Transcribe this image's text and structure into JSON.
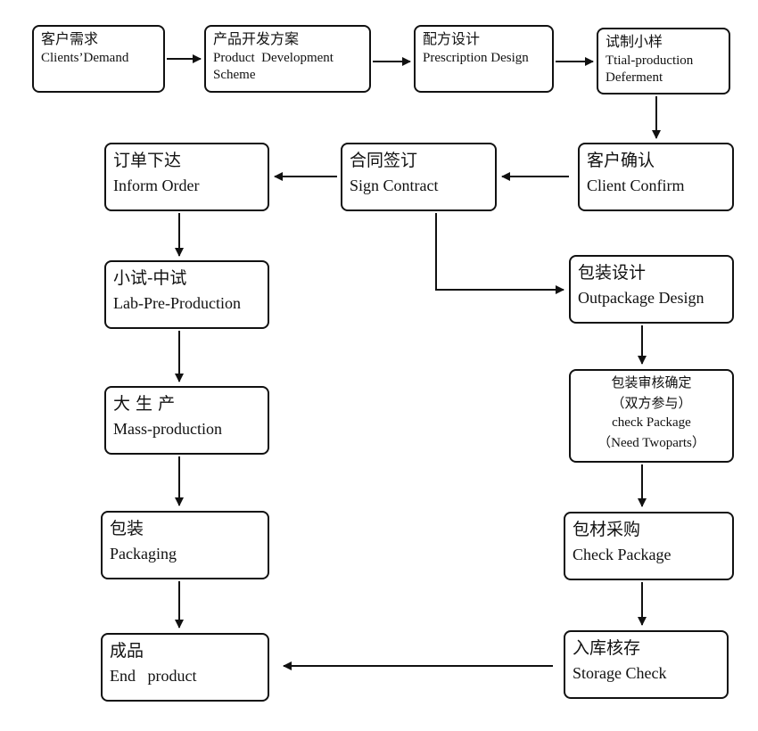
{
  "nodes": {
    "client_demand": {
      "zh": "客户需求",
      "en": "Clients’Demand"
    },
    "product_dev": {
      "zh": "产品开发方案",
      "en": "Product  Development\nScheme"
    },
    "prescription": {
      "zh": "配方设计",
      "en": "Prescription Design"
    },
    "trial": {
      "zh": "试制小样",
      "en": "Ttial-production\nDeferment"
    },
    "client_confirm": {
      "zh": "客户确认",
      "en": "Client Confirm"
    },
    "sign_contract": {
      "zh": "合同签订",
      "en": "Sign Contract"
    },
    "inform_order": {
      "zh": "订单下达",
      "en": "Inform Order"
    },
    "lab_pre": {
      "zh": "小试-中试",
      "en": "Lab-Pre-Production"
    },
    "mass": {
      "zh": "大 生 产",
      "en": "Mass-production"
    },
    "packaging": {
      "zh": "包装",
      "en": "Packaging"
    },
    "end_product": {
      "zh": "成品",
      "en": "End   product"
    },
    "outpackage": {
      "zh": "包装设计",
      "en": "Outpackage Design"
    },
    "check_confirm": {
      "zh": "包装审核确定\n（双方参与）",
      "en": "check Package\n（Need Twoparts）"
    },
    "purchase": {
      "zh": "包材采购",
      "en": "Check Package"
    },
    "storage": {
      "zh": "入库核存",
      "en": "Storage Check"
    }
  }
}
